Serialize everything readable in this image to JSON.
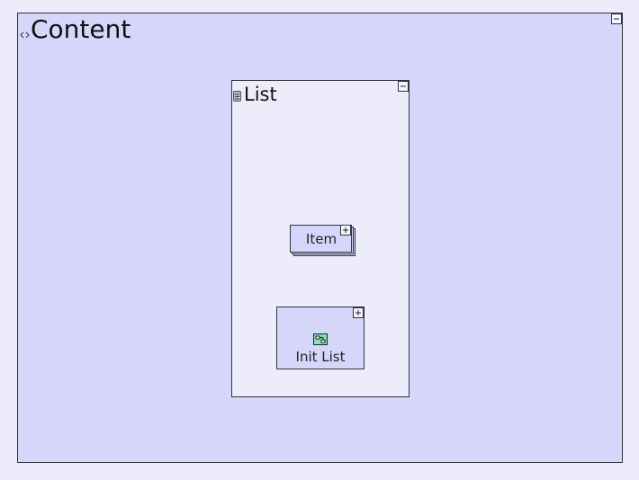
{
  "content": {
    "title": "Content",
    "icon": "code-brackets-icon",
    "control_icon": "collapse-minus-icon"
  },
  "list": {
    "title": "List",
    "icon": "list-container-icon",
    "control_icon": "collapse-minus-icon"
  },
  "item": {
    "label": "Item",
    "control_icon": "expand-plus-icon"
  },
  "init_list": {
    "label": "Init List",
    "icon": "init-action-icon",
    "control_icon": "expand-plus-icon"
  },
  "colors": {
    "page_background": "#ececfb",
    "container_fill": "#d6d6fb",
    "border": "#333340",
    "init_icon_fill": "#7fe3b8"
  }
}
